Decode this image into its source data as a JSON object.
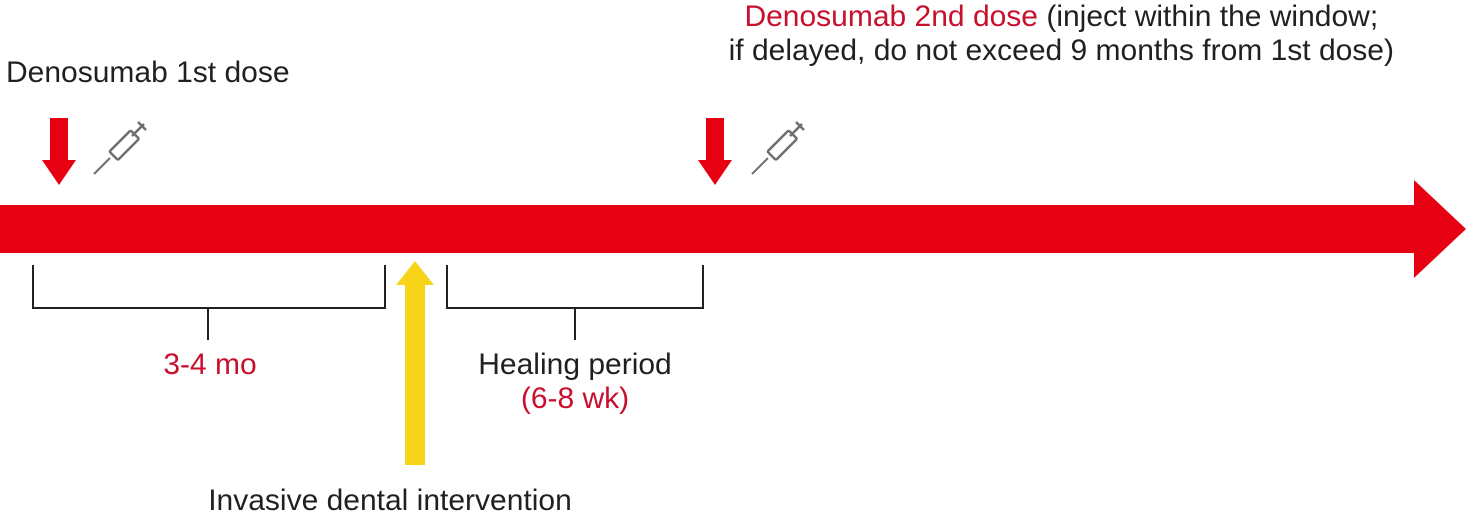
{
  "dose1": {
    "label": "Denosumab 1st dose"
  },
  "dose2": {
    "label_highlight": "Denosumab 2nd dose",
    "label_rest_line1": " (inject within the window;",
    "label_line2": "if delayed, do not exceed 9 months from 1st dose)"
  },
  "interval": {
    "label": "3-4 mo"
  },
  "healing": {
    "label": "Healing period",
    "duration": "(6-8 wk)"
  },
  "intervention": {
    "label": "Invasive dental intervention"
  },
  "colors": {
    "timeline": "#e60012",
    "highlight_text": "#c8102e",
    "intervention_arrow": "#f7d417",
    "text": "#231f20"
  },
  "icons": [
    "down-arrow-icon",
    "syringe-icon",
    "up-arrow-icon"
  ]
}
